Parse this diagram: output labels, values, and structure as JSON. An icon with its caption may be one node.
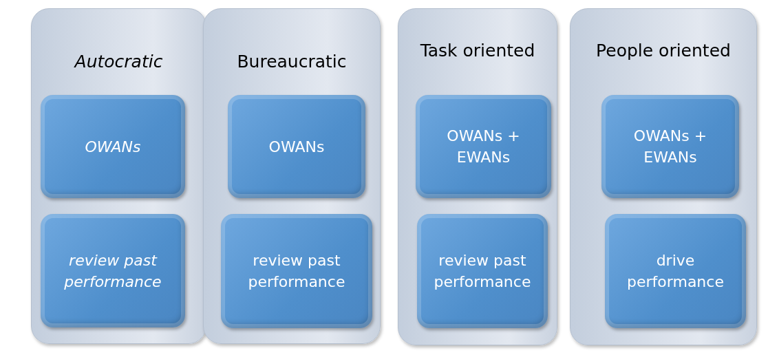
{
  "diagram": {
    "nodes": [
      {
        "text": [
          "Autocratic"
        ]
      },
      {
        "text": [
          "OWANs"
        ],
        "in": 0
      },
      {
        "text": [
          "review past performance"
        ],
        "in": 0
      },
      {
        "text": [
          "Bureaucratic"
        ]
      },
      {
        "text": [
          "OWANs"
        ],
        "in": 3
      },
      {
        "text": [
          "review past performance"
        ],
        "in": 3
      },
      {
        "text": [
          "Task oriented"
        ]
      },
      {
        "text": [
          "OWANs + EWANs"
        ],
        "in": 6
      },
      {
        "text": [
          "review past performance"
        ],
        "in": 6
      },
      {
        "text": [
          "People oriented"
        ]
      },
      {
        "text": [
          "OWANs + EWANs"
        ],
        "in": 9
      },
      {
        "text": [
          "drive performance"
        ],
        "in": 9
      }
    ]
  }
}
